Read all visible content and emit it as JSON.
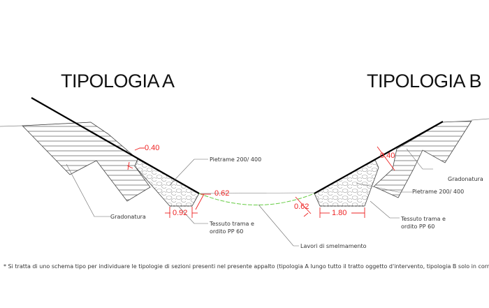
{
  "titles": {
    "a": "TIPOLOGIA A",
    "b": "TIPOLOGIA B"
  },
  "labels": {
    "pietrame_a": "Pietrame 200/ 400",
    "gradonatura_a": "Gradonatura",
    "tessuto_a_1": "Tessuto trama e",
    "tessuto_a_2": "ordito PP 60",
    "lavori": "Lavori di smelmamento",
    "gradonatura_b": "Gradonatura",
    "pietrame_b": "Pietrame 200/ 400",
    "tessuto_b_1": "Tessuto trama e",
    "tessuto_b_2": "ordito PP 60"
  },
  "dimensions": {
    "a_thickness": "0.40",
    "a_depth": "0.62",
    "a_base": "0.92",
    "b_thickness": "0.40",
    "b_depth": "0.62",
    "b_base": "1.80"
  },
  "footnote": "* Si tratta di uno schema tipo per individuare le tipologie di sezioni presenti nel presente appalto (tipologia A lungo tutto il tratto oggetto d'intervento, tipologia B solo in corrispondenza dei",
  "colors": {
    "dimension": "#ee2222",
    "drain": "#66cc44"
  }
}
